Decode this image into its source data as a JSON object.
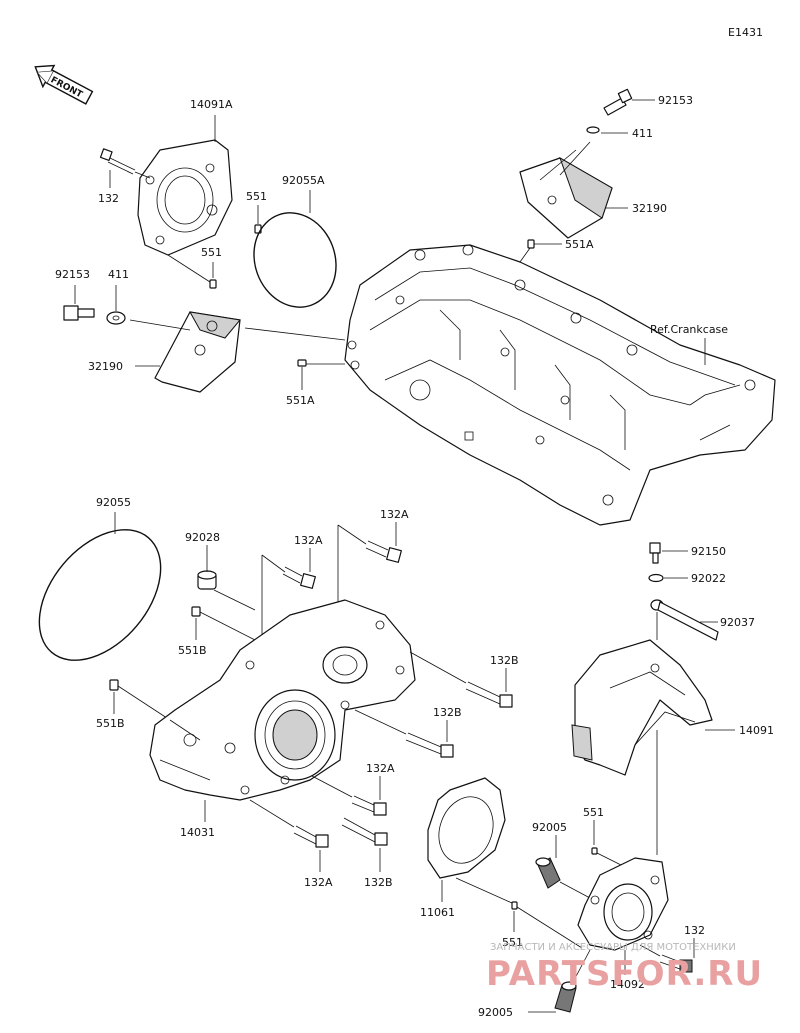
{
  "diagram_code": "E1431",
  "front_label": "FRONT",
  "ref_label": "Ref.Crankcase",
  "watermark": {
    "small": "ЗАПЧАСТИ И АКСЕССУАРЫ ДЛЯ МОТОТЕХНИКИ",
    "big": "PARTSFOR.RU"
  },
  "labels": {
    "l_92153_top": "92153",
    "l_411_top": "411",
    "l_32190_top": "32190",
    "l_551a_top": "551A",
    "l_14091a": "14091A",
    "l_132_top": "132",
    "l_551_a": "551",
    "l_92055a": "92055A",
    "l_551_b": "551",
    "l_92153_left": "92153",
    "l_411_left": "411",
    "l_32190_left": "32190",
    "l_551a_left": "551A",
    "l_92055": "92055",
    "l_92028": "92028",
    "l_132a_1": "132A",
    "l_132a_2": "132A",
    "l_551b_1": "551B",
    "l_551b_2": "551B",
    "l_132b_1": "132B",
    "l_132b_2": "132B",
    "l_132a_3": "132A",
    "l_14031": "14031",
    "l_132a_4": "132A",
    "l_132b_3": "132B",
    "l_92150": "92150",
    "l_92022": "92022",
    "l_92037": "92037",
    "l_14091": "14091",
    "l_551_c": "551",
    "l_92005_1": "92005",
    "l_11061": "11061",
    "l_551_d": "551",
    "l_132_bot": "132",
    "l_14092": "14092",
    "l_92005_2": "92005"
  }
}
